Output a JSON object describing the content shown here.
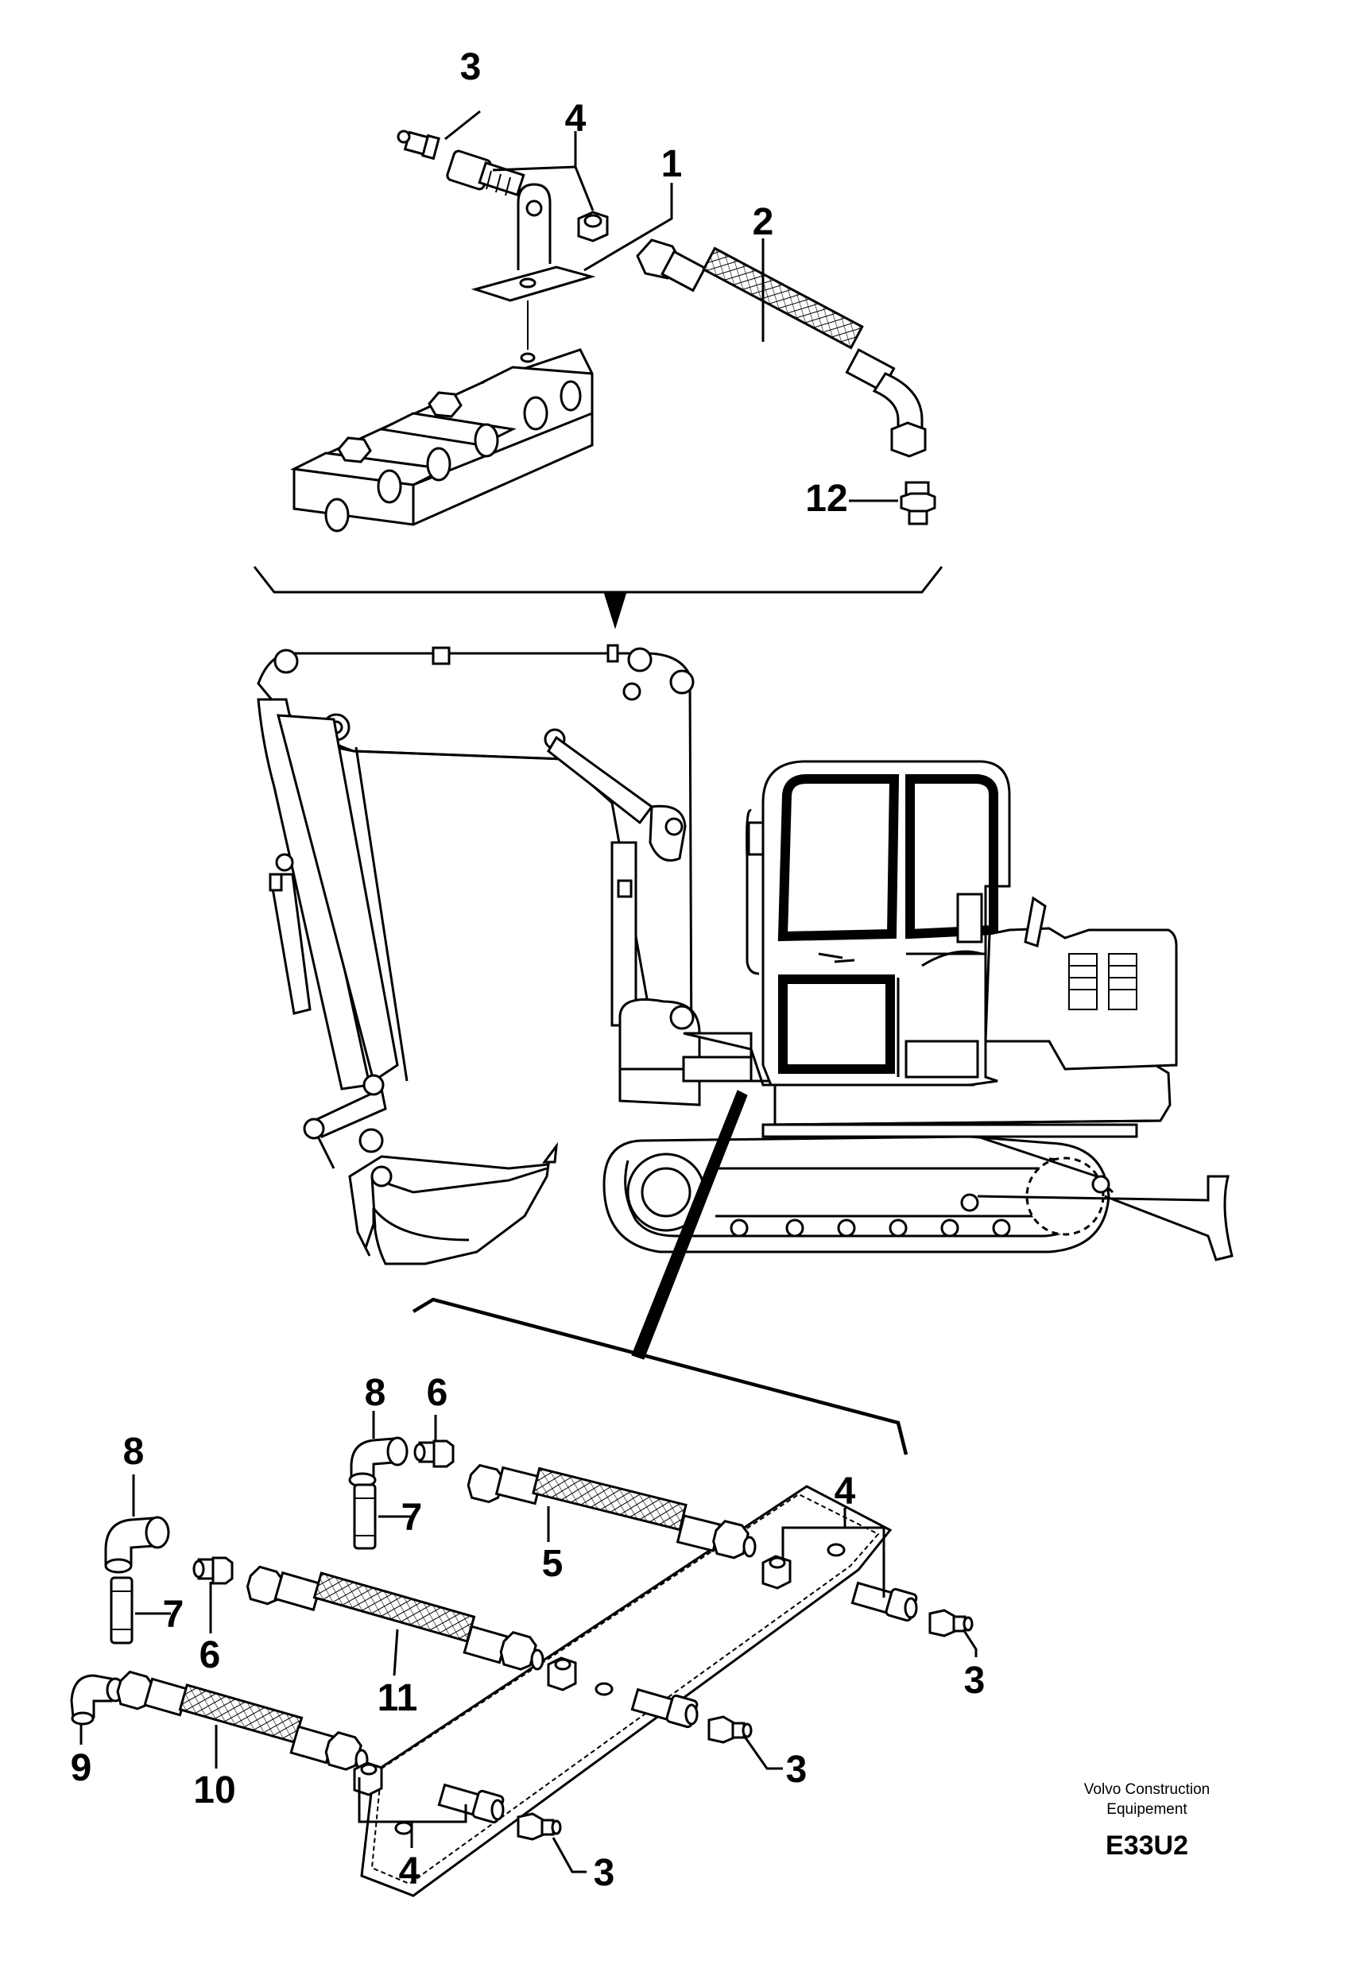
{
  "callouts": {
    "c1": "1",
    "c2": "2",
    "c3a": "3",
    "c4a": "4",
    "c12": "12",
    "c8a": "8",
    "c6a": "6",
    "c8b": "8",
    "c7a": "7",
    "c5": "5",
    "c4b": "4",
    "c7b": "7",
    "c6b": "6",
    "c11": "11",
    "c3b": "3",
    "c9": "9",
    "c10": "10",
    "c3c": "3",
    "c4c": "4",
    "c3d": "3"
  },
  "credit": {
    "line1": "Volvo Construction",
    "line2": "Equipement",
    "code": "E33U2"
  }
}
